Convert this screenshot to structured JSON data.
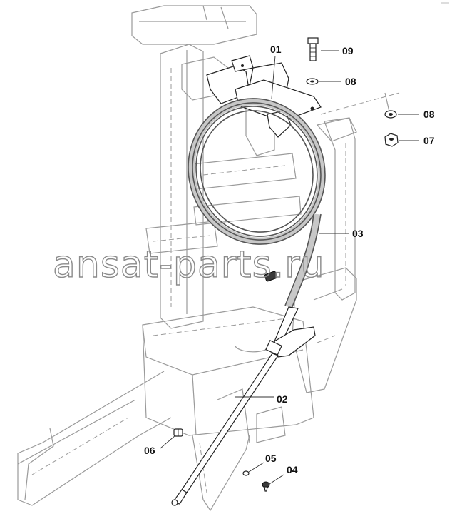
{
  "diagram": {
    "callouts": [
      {
        "id": "c01",
        "label": "01"
      },
      {
        "id": "c09",
        "label": "09"
      },
      {
        "id": "c08a",
        "label": "08"
      },
      {
        "id": "c08b",
        "label": "08"
      },
      {
        "id": "c07",
        "label": "07"
      },
      {
        "id": "c03",
        "label": "03"
      },
      {
        "id": "c02",
        "label": "02"
      },
      {
        "id": "c06",
        "label": "06"
      },
      {
        "id": "c05",
        "label": "05"
      },
      {
        "id": "c04",
        "label": "04"
      }
    ],
    "watermark": "ansat-parts.ru"
  }
}
